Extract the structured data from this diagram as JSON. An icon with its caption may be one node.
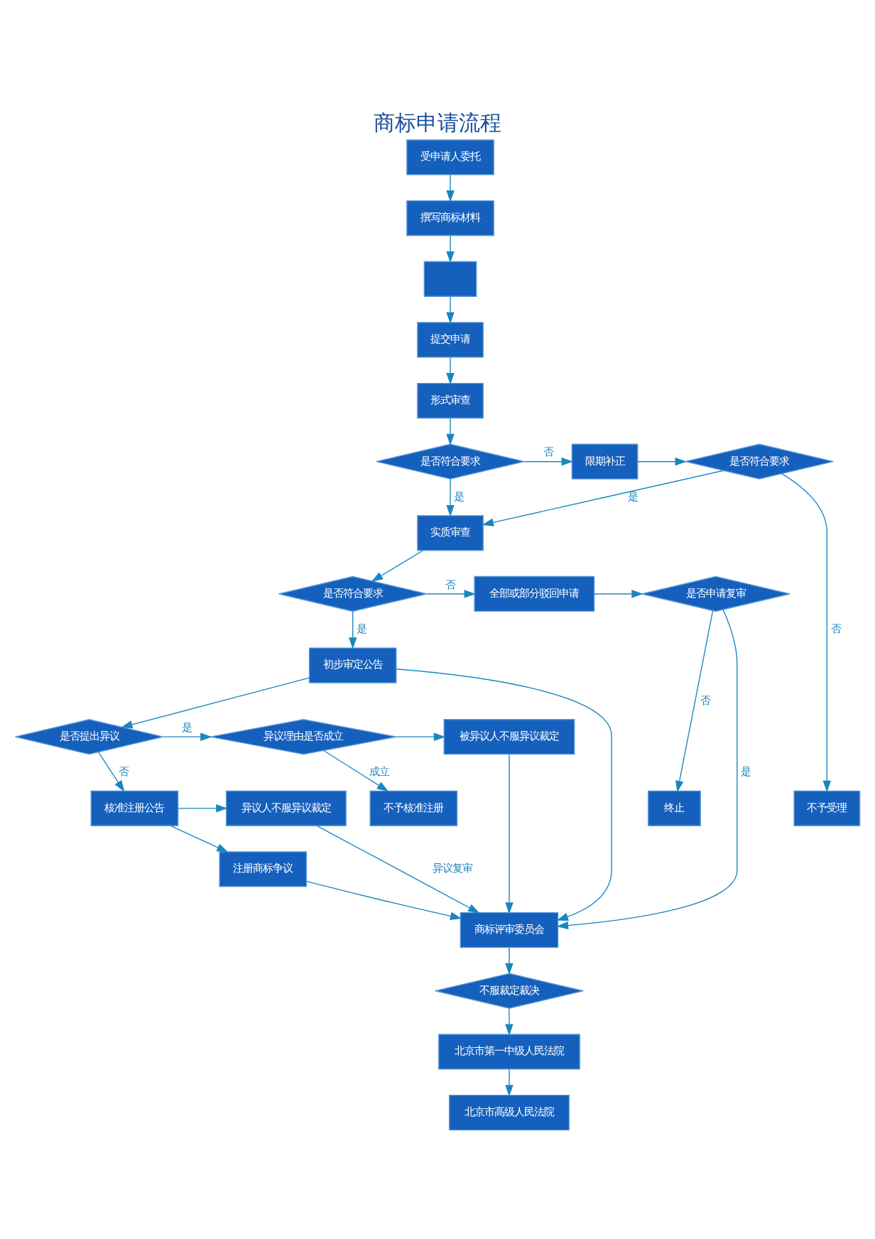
{
  "diagram": {
    "title": "商标申请流程",
    "nodes": [
      {
        "text": [
          "受申请人委托"
        ]
      },
      {
        "text": [
          "撰写商标材料"
        ]
      },
      {
        "text": [],
        "shape": "box"
      },
      {
        "text": [
          "提交申请"
        ]
      },
      {
        "text": [
          "形式审查"
        ]
      },
      {
        "text": [
          "是否符合要求"
        ]
      },
      {
        "text": [
          "限期补正"
        ]
      },
      {
        "text": [
          "是否符合要求"
        ]
      },
      {
        "text": [
          "不予受理"
        ]
      },
      {
        "text": [
          "实质审查"
        ]
      },
      {
        "text": [
          "是否符合要求"
        ]
      },
      {
        "text": [
          "全部或部分驳回申请"
        ]
      },
      {
        "text": [
          "是否申请复审"
        ]
      },
      {
        "text": [
          "终止"
        ]
      },
      {
        "text": [
          "初步审定公告"
        ]
      },
      {
        "text": [
          "是否提出异议"
        ]
      },
      {
        "text": [
          "异议理由是否成立"
        ]
      },
      {
        "text": [
          "不予核准注册"
        ]
      },
      {
        "text": [
          "被异议人不服异议裁定"
        ]
      },
      {
        "text": [
          "核准注册公告"
        ]
      },
      {
        "text": [
          "异议人不服异议裁定"
        ]
      },
      {
        "text": [
          "注册商标争议"
        ]
      },
      {
        "text": [
          "商标评审委员会"
        ]
      },
      {
        "text": [
          "不服裁定裁决"
        ]
      },
      {
        "text": [
          "北京市第一中级人民法院"
        ]
      },
      {
        "text": [
          "北京市高级人民法院"
        ]
      }
    ],
    "edges": [
      {
        "from": 0,
        "to": 1,
        "arrow": "to"
      },
      {
        "from": 1,
        "to": 2,
        "arrow": "to"
      },
      {
        "from": 2,
        "to": 3,
        "arrow": "to"
      },
      {
        "from": 3,
        "to": 4,
        "arrow": "to"
      },
      {
        "from": 4,
        "to": 5,
        "arrow": "to"
      },
      {
        "from": 5,
        "to": 6,
        "arrow": "to",
        "label": "否"
      },
      {
        "from": 6,
        "to": 7,
        "arrow": "to"
      },
      {
        "from": 7,
        "to": 8,
        "arrow": "to",
        "label": "否"
      },
      {
        "from": 5,
        "to": 9,
        "arrow": "to",
        "label": "是"
      },
      {
        "from": 7,
        "to": 9,
        "arrow": "to",
        "label": "是"
      },
      {
        "from": 9,
        "to": 10,
        "arrow": "to"
      },
      {
        "from": 10,
        "to": 11,
        "arrow": "to",
        "label": "否"
      },
      {
        "from": 11,
        "to": 12,
        "arrow": "to"
      },
      {
        "from": 12,
        "to": 13,
        "arrow": "to",
        "label": "否"
      },
      {
        "from": 12,
        "to": 22,
        "arrow": "to",
        "label": "是"
      },
      {
        "from": 10,
        "to": 14,
        "arrow": "to",
        "label": "是"
      },
      {
        "from": 14,
        "to": 22,
        "arrow": "to"
      },
      {
        "from": 14,
        "to": 15,
        "arrow": "to"
      },
      {
        "from": 15,
        "to": 16,
        "arrow": "to",
        "label": "是"
      },
      {
        "from": 16,
        "to": 17,
        "arrow": "to",
        "label": "成立"
      },
      {
        "from": 16,
        "to": 18,
        "arrow": "to"
      },
      {
        "from": 18,
        "to": 22,
        "arrow": "to"
      },
      {
        "from": 15,
        "to": 19,
        "arrow": "to",
        "label": "否"
      },
      {
        "from": 19,
        "to": 20,
        "arrow": "to"
      },
      {
        "from": 20,
        "to": 22,
        "arrow": "to",
        "label": "异议复审"
      },
      {
        "from": 19,
        "to": 21,
        "arrow": "to"
      },
      {
        "from": 21,
        "to": 22,
        "arrow": "to"
      },
      {
        "from": 22,
        "to": 23,
        "arrow": "to"
      },
      {
        "from": 23,
        "to": 24,
        "arrow": "to"
      },
      {
        "from": 24,
        "to": 25,
        "arrow": "to"
      }
    ]
  }
}
